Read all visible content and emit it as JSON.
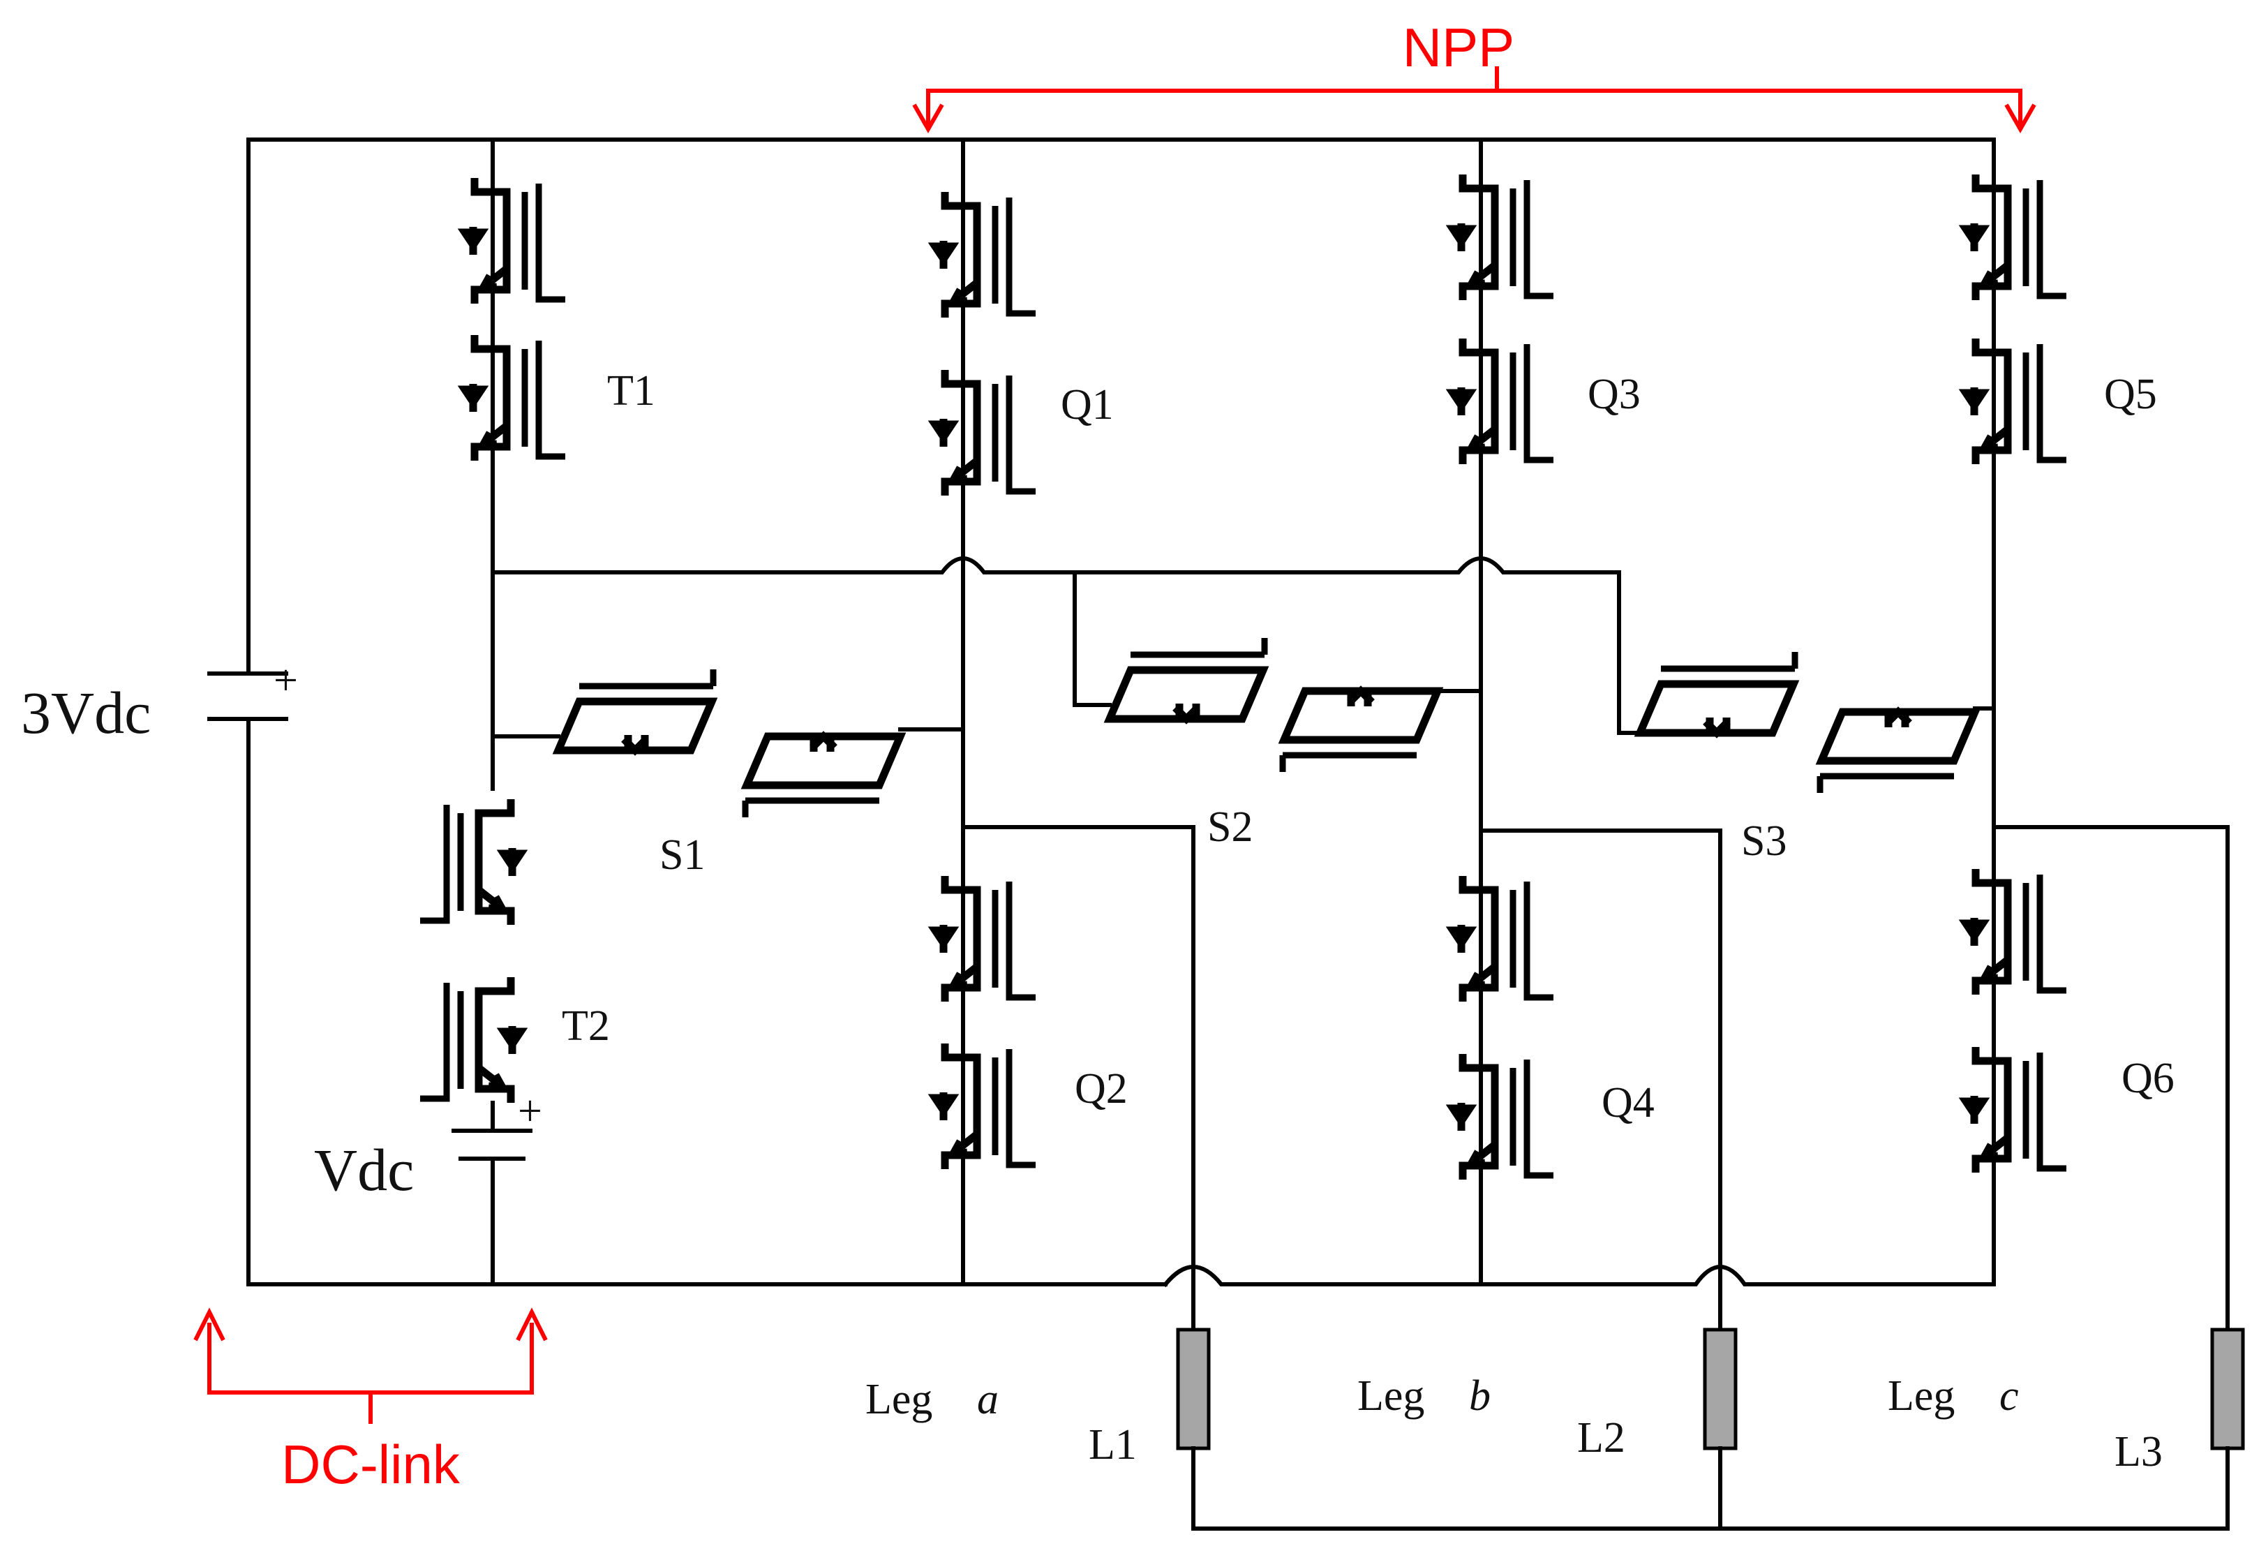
{
  "annotations": {
    "npp": "NPP",
    "dclink": "DC-link"
  },
  "sources": {
    "main": "3Vdc",
    "aux": "Vdc"
  },
  "switch_labels": {
    "t1": "T1",
    "t2": "T2",
    "q1": "Q1",
    "q2": "Q2",
    "q3": "Q3",
    "q4": "Q4",
    "q5": "Q5",
    "q6": "Q6",
    "s1": "S1",
    "s2": "S2",
    "s3": "S3"
  },
  "legs": {
    "a": {
      "word": "Leg",
      "letter": "a"
    },
    "b": {
      "word": "Leg",
      "letter": "b"
    },
    "c": {
      "word": "Leg",
      "letter": "c"
    }
  },
  "loads": {
    "l1": "L1",
    "l2": "L2",
    "l3": "L3"
  },
  "colors": {
    "annotation": "#ff0000",
    "load": "#a6a6a6",
    "wire": "#000000"
  }
}
